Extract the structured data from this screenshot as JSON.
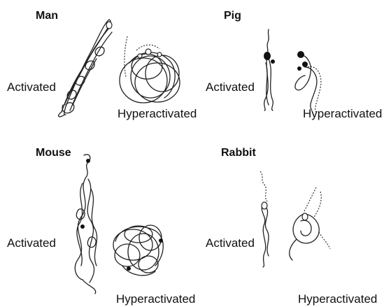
{
  "panels": {
    "man": {
      "title": "Man",
      "activated": "Activated",
      "hyperactivated": "Hyperactivated"
    },
    "pig": {
      "title": "Pig",
      "activated": "Activated",
      "hyperactivated": "Hyperactivated"
    },
    "mouse": {
      "title": "Mouse",
      "activated": "Activated",
      "hyperactivated": "Hyperactivated"
    },
    "rabbit": {
      "title": "Rabbit",
      "activated": "Activated",
      "hyperactivated": "Hyperactivated"
    }
  }
}
